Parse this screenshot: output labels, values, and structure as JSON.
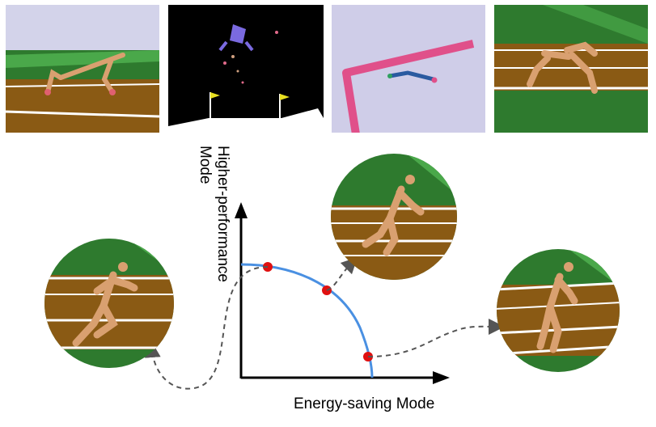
{
  "axes": {
    "y_label_line1": "Higher-performance",
    "y_label_line2": "Mode",
    "x_label": "Energy-saving Mode"
  },
  "colors": {
    "curve": "#4a90e2",
    "point": "#e01010",
    "sky": "#d3d3ea",
    "grass_dark": "#2e7a2e",
    "grass_light": "#4aa84a",
    "track": "#8a5a14",
    "body": "#d9a070",
    "sim_bg": "#000000",
    "flag": "#e8e020",
    "arena_bg": "#cfcde8",
    "wall": "#e0508a"
  }
}
